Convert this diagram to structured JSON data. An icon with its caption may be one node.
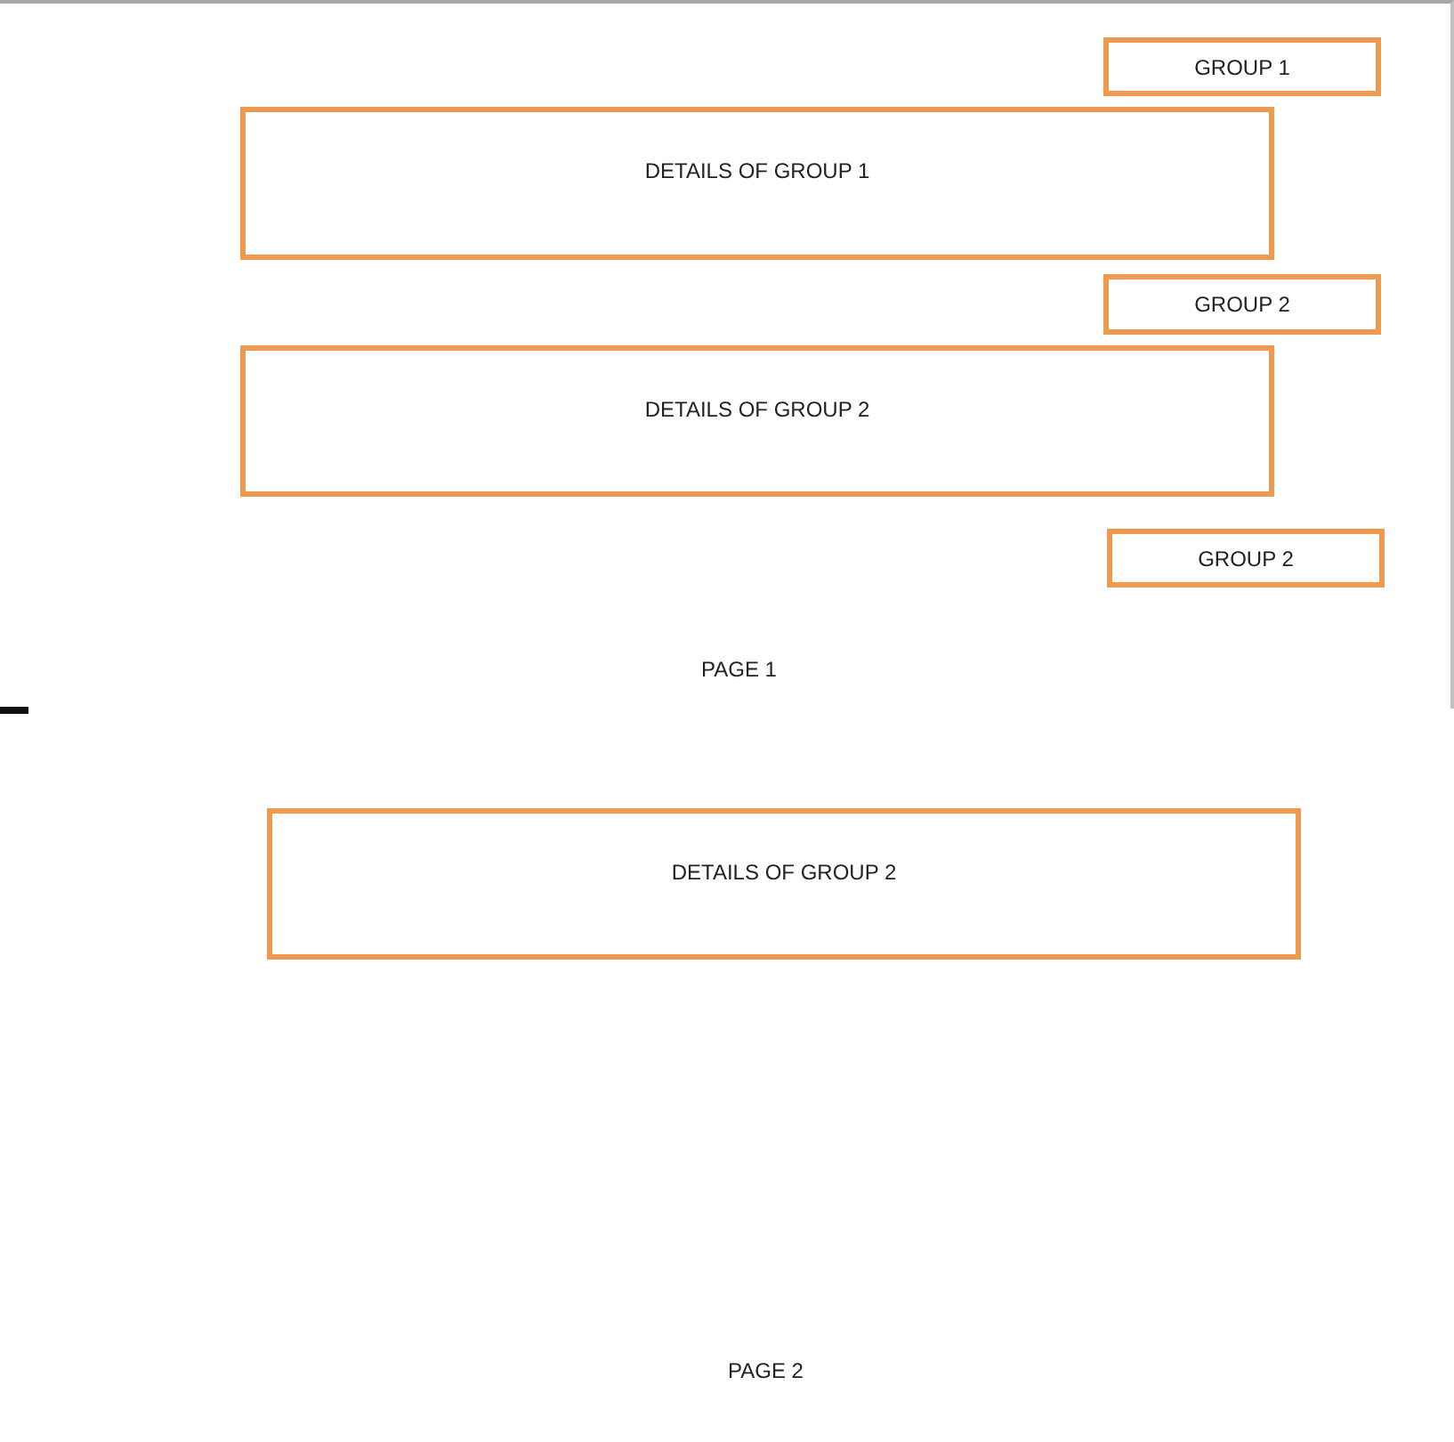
{
  "diagram": {
    "nodes": [
      {
        "text": [
          "GROUP 1"
        ]
      },
      {
        "text": [
          "DETAILS OF GROUP 1"
        ]
      },
      {
        "text": [
          "GROUP 2"
        ]
      },
      {
        "text": [
          "DETAILS OF GROUP 2"
        ]
      },
      {
        "text": [
          "GROUP 2"
        ]
      },
      {
        "text": [
          "DETAILS OF GROUP 2"
        ]
      }
    ],
    "labels": [
      "PAGE 1",
      "PAGE 2"
    ]
  }
}
